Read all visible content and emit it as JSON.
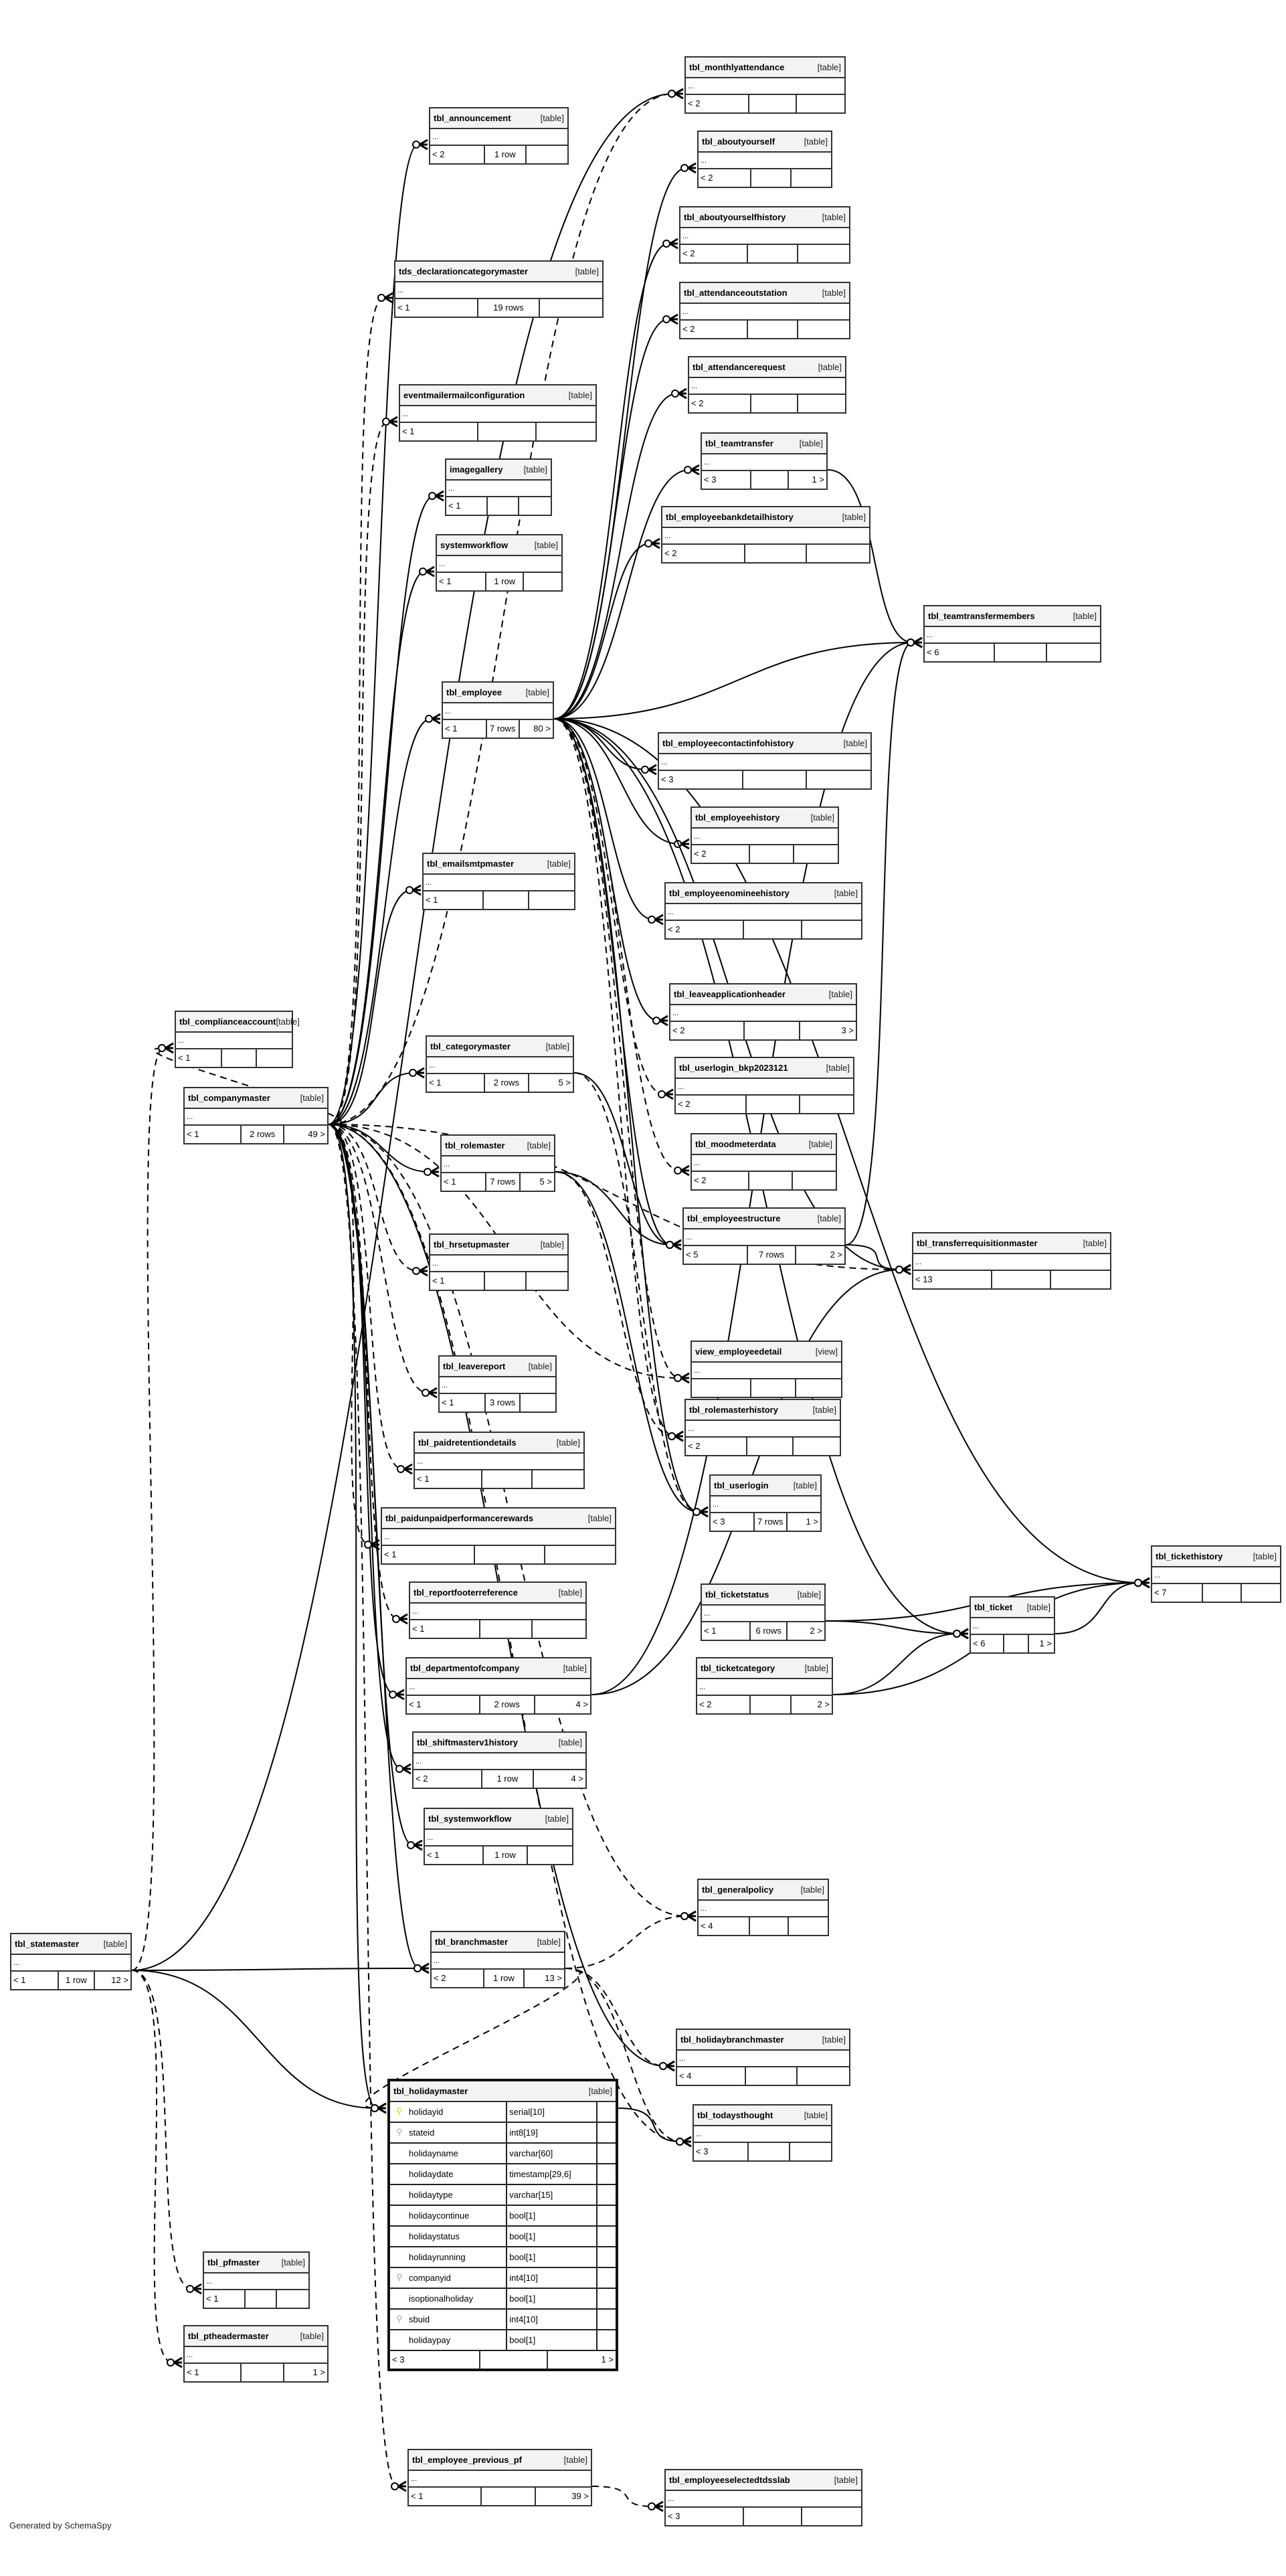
{
  "diagram": {
    "footer_text": "Generated by SchemaSpy",
    "ellipsis": "...",
    "tables": [
      {
        "name": "tbl_monthlyattendance",
        "type": "[table]",
        "footer": [
          "< 2",
          "",
          ""
        ]
      },
      {
        "name": "tbl_announcement",
        "type": "[table]",
        "footer": [
          "< 2",
          "1 row",
          ""
        ]
      },
      {
        "name": "tbl_aboutyourself",
        "type": "[table]",
        "footer": [
          "< 2",
          "",
          ""
        ]
      },
      {
        "name": "tds_declarationcategorymaster",
        "type": "[table]",
        "footer": [
          "< 1",
          "19 rows",
          ""
        ]
      },
      {
        "name": "tbl_aboutyourselfhistory",
        "type": "[table]",
        "footer": [
          "< 2",
          "",
          ""
        ]
      },
      {
        "name": "tbl_attendanceoutstation",
        "type": "[table]",
        "footer": [
          "< 2",
          "",
          ""
        ]
      },
      {
        "name": "eventmailermailconfiguration",
        "type": "[table]",
        "footer": [
          "< 1",
          "",
          ""
        ]
      },
      {
        "name": "tbl_attendancerequest",
        "type": "[table]",
        "footer": [
          "< 2",
          "",
          ""
        ]
      },
      {
        "name": "tbl_teamtransfer",
        "type": "[table]",
        "footer": [
          "< 3",
          "",
          "1 >"
        ]
      },
      {
        "name": "imagegallery",
        "type": "[table]",
        "footer": [
          "< 1",
          "",
          ""
        ]
      },
      {
        "name": "tbl_employeebankdetailhistory",
        "type": "[table]",
        "footer": [
          "< 2",
          "",
          ""
        ]
      },
      {
        "name": "systemworkflow",
        "type": "[table]",
        "footer": [
          "< 1",
          "1 row",
          ""
        ]
      },
      {
        "name": "tbl_teamtransfermembers",
        "type": "[table]",
        "footer": [
          "< 6",
          "",
          ""
        ]
      },
      {
        "name": "tbl_employee",
        "type": "[table]",
        "footer": [
          "< 1",
          "7 rows",
          "80 >"
        ]
      },
      {
        "name": "tbl_employeecontactinfohistory",
        "type": "[table]",
        "footer": [
          "< 3",
          "",
          ""
        ]
      },
      {
        "name": "tbl_employeehistory",
        "type": "[table]",
        "footer": [
          "< 2",
          "",
          ""
        ]
      },
      {
        "name": "tbl_employeenomineehistory",
        "type": "[table]",
        "footer": [
          "< 2",
          "",
          ""
        ]
      },
      {
        "name": "tbl_emailsmtpmaster",
        "type": "[table]",
        "footer": [
          "< 1",
          "",
          ""
        ]
      },
      {
        "name": "tbl_complianceaccount",
        "type": "[table]",
        "footer": [
          "< 1",
          "",
          ""
        ]
      },
      {
        "name": "tbl_companymaster",
        "type": "[table]",
        "footer": [
          "< 1",
          "2 rows",
          "49 >"
        ]
      },
      {
        "name": "tbl_categorymaster",
        "type": "[table]",
        "footer": [
          "< 1",
          "2 rows",
          "5 >"
        ]
      },
      {
        "name": "tbl_leaveapplicationheader",
        "type": "[table]",
        "footer": [
          "< 2",
          "",
          "3 >"
        ]
      },
      {
        "name": "tbl_userlogin_bkp2023121",
        "type": "[table]",
        "footer": [
          "< 2",
          "",
          ""
        ]
      },
      {
        "name": "tbl_rolemaster",
        "type": "[table]",
        "footer": [
          "< 1",
          "7 rows",
          "5 >"
        ]
      },
      {
        "name": "tbl_moodmeterdata",
        "type": "[table]",
        "footer": [
          "< 2",
          "",
          ""
        ]
      },
      {
        "name": "tbl_employeestructure",
        "type": "[table]",
        "footer": [
          "< 5",
          "7 rows",
          "2 >"
        ]
      },
      {
        "name": "tbl_transferrequisitionmaster",
        "type": "[table]",
        "footer": [
          "< 13",
          "",
          ""
        ]
      },
      {
        "name": "tbl_hrsetupmaster",
        "type": "[table]",
        "footer": [
          "< 1",
          "",
          ""
        ]
      },
      {
        "name": "tbl_leavereport",
        "type": "[table]",
        "footer": [
          "< 1",
          "3 rows",
          ""
        ]
      },
      {
        "name": "view_employeedetail",
        "type": "[view]",
        "footer": [
          "",
          "",
          ""
        ]
      },
      {
        "name": "tbl_rolemasterhistory",
        "type": "[table]",
        "footer": [
          "< 2",
          "",
          ""
        ]
      },
      {
        "name": "tbl_paidretentiondetails",
        "type": "[table]",
        "footer": [
          "< 1",
          "",
          ""
        ]
      },
      {
        "name": "tbl_userlogin",
        "type": "[table]",
        "footer": [
          "< 3",
          "7 rows",
          "1 >"
        ]
      },
      {
        "name": "tbl_paidunpaidperformancerewards",
        "type": "[table]",
        "footer": [
          "< 1",
          "",
          ""
        ]
      },
      {
        "name": "tbl_reportfooterreference",
        "type": "[table]",
        "footer": [
          "< 1",
          "",
          ""
        ]
      },
      {
        "name": "tbl_ticketstatus",
        "type": "[table]",
        "footer": [
          "< 1",
          "6 rows",
          "2 >"
        ]
      },
      {
        "name": "tbl_ticket",
        "type": "[table]",
        "footer": [
          "< 6",
          "",
          "1 >"
        ]
      },
      {
        "name": "tbl_tickethistory",
        "type": "[table]",
        "footer": [
          "< 7",
          "",
          ""
        ]
      },
      {
        "name": "tbl_departmentofcompany",
        "type": "[table]",
        "footer": [
          "< 1",
          "2 rows",
          "4 >"
        ]
      },
      {
        "name": "tbl_ticketcategory",
        "type": "[table]",
        "footer": [
          "< 2",
          "",
          "2 >"
        ]
      },
      {
        "name": "tbl_shiftmasterv1history",
        "type": "[table]",
        "footer": [
          "< 2",
          "1 row",
          "4 >"
        ]
      },
      {
        "name": "tbl_systemworkflow",
        "type": "[table]",
        "footer": [
          "< 1",
          "1 row",
          ""
        ]
      },
      {
        "name": "tbl_generalpolicy",
        "type": "[table]",
        "footer": [
          "< 4",
          "",
          ""
        ]
      },
      {
        "name": "tbl_statemaster",
        "type": "[table]",
        "footer": [
          "< 1",
          "1 row",
          "12 >"
        ]
      },
      {
        "name": "tbl_branchmaster",
        "type": "[table]",
        "footer": [
          "< 2",
          "1 row",
          "13 >"
        ]
      },
      {
        "name": "tbl_holidaybranchmaster",
        "type": "[table]",
        "footer": [
          "< 4",
          "",
          ""
        ]
      },
      {
        "name": "tbl_todaysthought",
        "type": "[table]",
        "footer": [
          "< 3",
          "",
          ""
        ]
      },
      {
        "name": "tbl_pfmaster",
        "type": "[table]",
        "footer": [
          "< 1",
          "",
          ""
        ]
      },
      {
        "name": "tbl_ptheadermaster",
        "type": "[table]",
        "footer": [
          "< 1",
          "",
          "1 >"
        ]
      },
      {
        "name": "tbl_employee_previous_pf",
        "type": "[table]",
        "footer": [
          "< 1",
          "",
          "39 >"
        ]
      },
      {
        "name": "tbl_employeeselectedtdsslab",
        "type": "[table]",
        "footer": [
          "< 3",
          "",
          ""
        ]
      }
    ],
    "holidaymaster": {
      "name": "tbl_holidaymaster",
      "type": "[table]",
      "columns": [
        {
          "name": "holidayid",
          "type": "serial[10]",
          "key": "primary"
        },
        {
          "name": "stateid",
          "type": "int8[19]",
          "key": "foreign"
        },
        {
          "name": "holidayname",
          "type": "varchar[60]",
          "key": ""
        },
        {
          "name": "holidaydate",
          "type": "timestamp[29,6]",
          "key": ""
        },
        {
          "name": "holidaytype",
          "type": "varchar[15]",
          "key": ""
        },
        {
          "name": "holidaycontinue",
          "type": "bool[1]",
          "key": ""
        },
        {
          "name": "holidaystatus",
          "type": "bool[1]",
          "key": ""
        },
        {
          "name": "holidayrunning",
          "type": "bool[1]",
          "key": ""
        },
        {
          "name": "companyid",
          "type": "int4[10]",
          "key": "foreign"
        },
        {
          "name": "isoptionalholiday",
          "type": "bool[1]",
          "key": ""
        },
        {
          "name": "sbuid",
          "type": "int4[10]",
          "key": "foreign"
        },
        {
          "name": "holidaypay",
          "type": "bool[1]",
          "key": ""
        }
      ],
      "footer": [
        "< 3",
        "",
        "1 >"
      ],
      "key_colors": {
        "primary": "#e6d200",
        "foreign": "#aaaaaa"
      }
    }
  }
}
